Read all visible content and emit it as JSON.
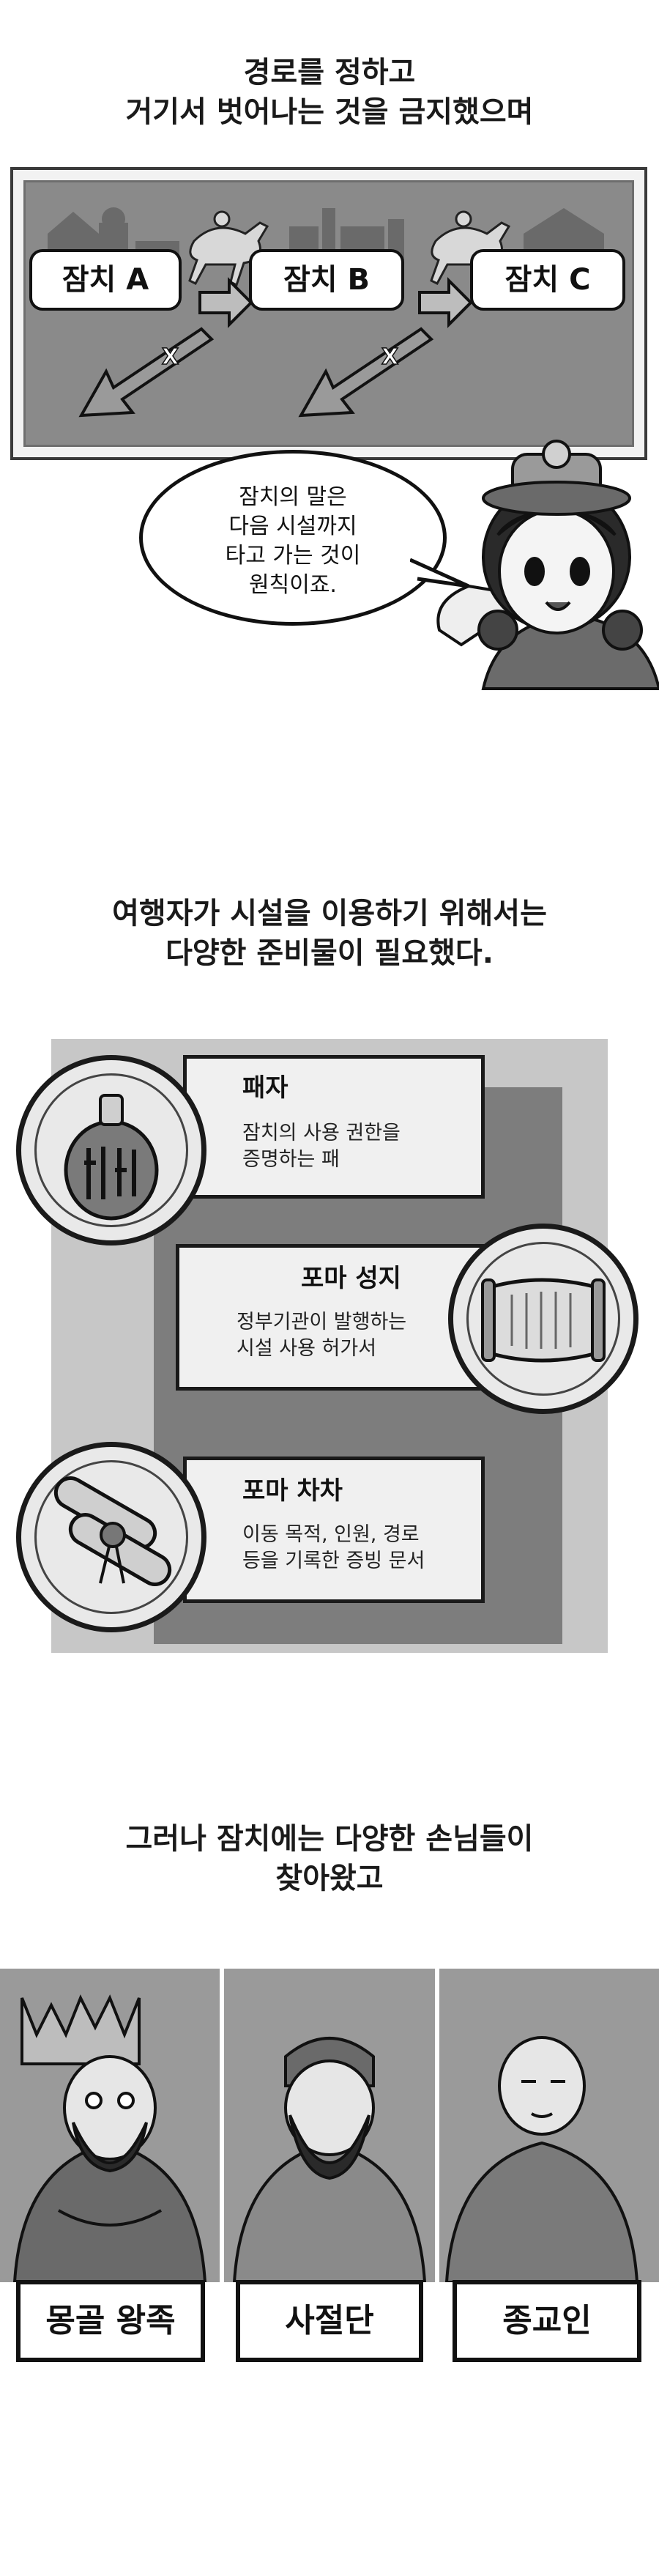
{
  "section1": {
    "caption_lines": [
      "경로를 정하고",
      "거기서 벗어나는 것을 금지했으며"
    ],
    "stations": [
      "잠치 A",
      "잠치 B",
      "잠치 C"
    ],
    "speech_lines": [
      "잠치의 말은",
      "다음 시설까지",
      "타고 가는 것이",
      "원칙이죠."
    ]
  },
  "section2": {
    "caption_lines": [
      "여행자가 시설을 이용하기 위해서는",
      "다양한 준비물이 필요했다."
    ],
    "items": [
      {
        "title": "패자",
        "desc_lines": [
          "잠치의 사용 권한을",
          "증명하는 패"
        ]
      },
      {
        "title": "포마 성지",
        "desc_lines": [
          "정부기관이 발행하는",
          "시설 사용 허가서"
        ]
      },
      {
        "title": "포마 차차",
        "desc_lines": [
          "이동 목적, 인원, 경로",
          "등을 기록한 증빙 문서"
        ]
      }
    ]
  },
  "section3": {
    "caption_lines": [
      "그러나 잠치에는 다양한 손님들이",
      "찾아왔고"
    ],
    "labels": [
      "몽골 왕족",
      "사절단",
      "종교인"
    ]
  }
}
